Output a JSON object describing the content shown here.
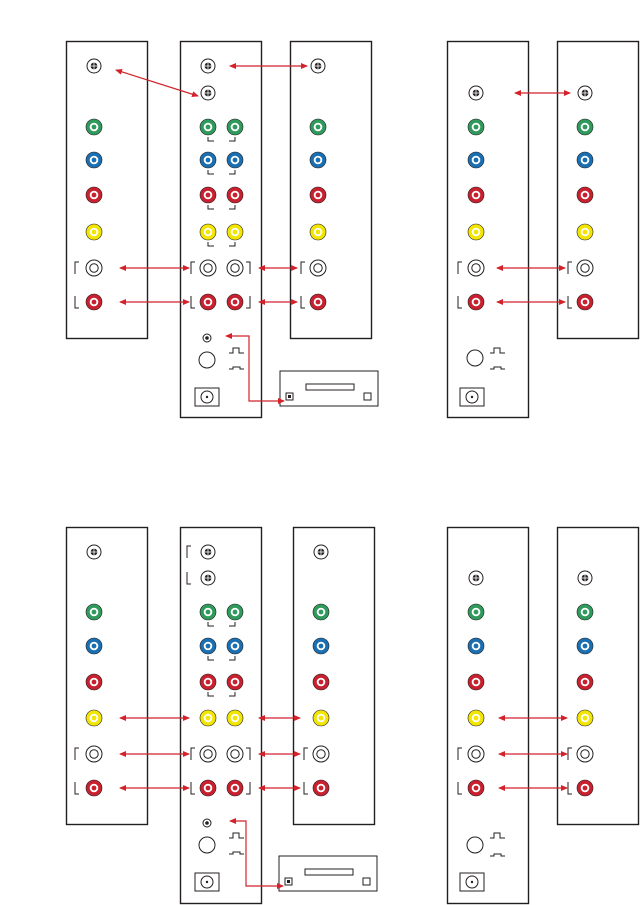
{
  "diagram": {
    "colors": {
      "panel_stroke": "#231f20",
      "arrow": "#d2232a",
      "jack_green": "#2e9a5c",
      "jack_blue": "#1a6fb3",
      "jack_red": "#c8202e",
      "jack_yellow": "#f2e500",
      "jack_white": "#ffffff",
      "jack_black": "#231f20"
    },
    "jack_rows_top": [
      "antenna",
      "green",
      "blue",
      "red",
      "yellow",
      "audio-left-white",
      "audio-right-red"
    ],
    "jack_rows_bottom": [
      "antenna",
      "antenna",
      "green",
      "blue",
      "red",
      "yellow",
      "audio-left-white",
      "audio-right-red"
    ],
    "diagrams": [
      {
        "id": "top-left",
        "connections": [
          "rf",
          "audio-l",
          "audio-r",
          "optical-to-decoder"
        ]
      },
      {
        "id": "top-right",
        "connections": [
          "rf",
          "audio-l",
          "audio-r"
        ]
      },
      {
        "id": "bottom-left",
        "connections": [
          "video",
          "audio-l",
          "audio-r",
          "optical-to-decoder"
        ]
      },
      {
        "id": "bottom-right",
        "connections": [
          "video",
          "audio-l",
          "audio-r"
        ]
      }
    ]
  }
}
